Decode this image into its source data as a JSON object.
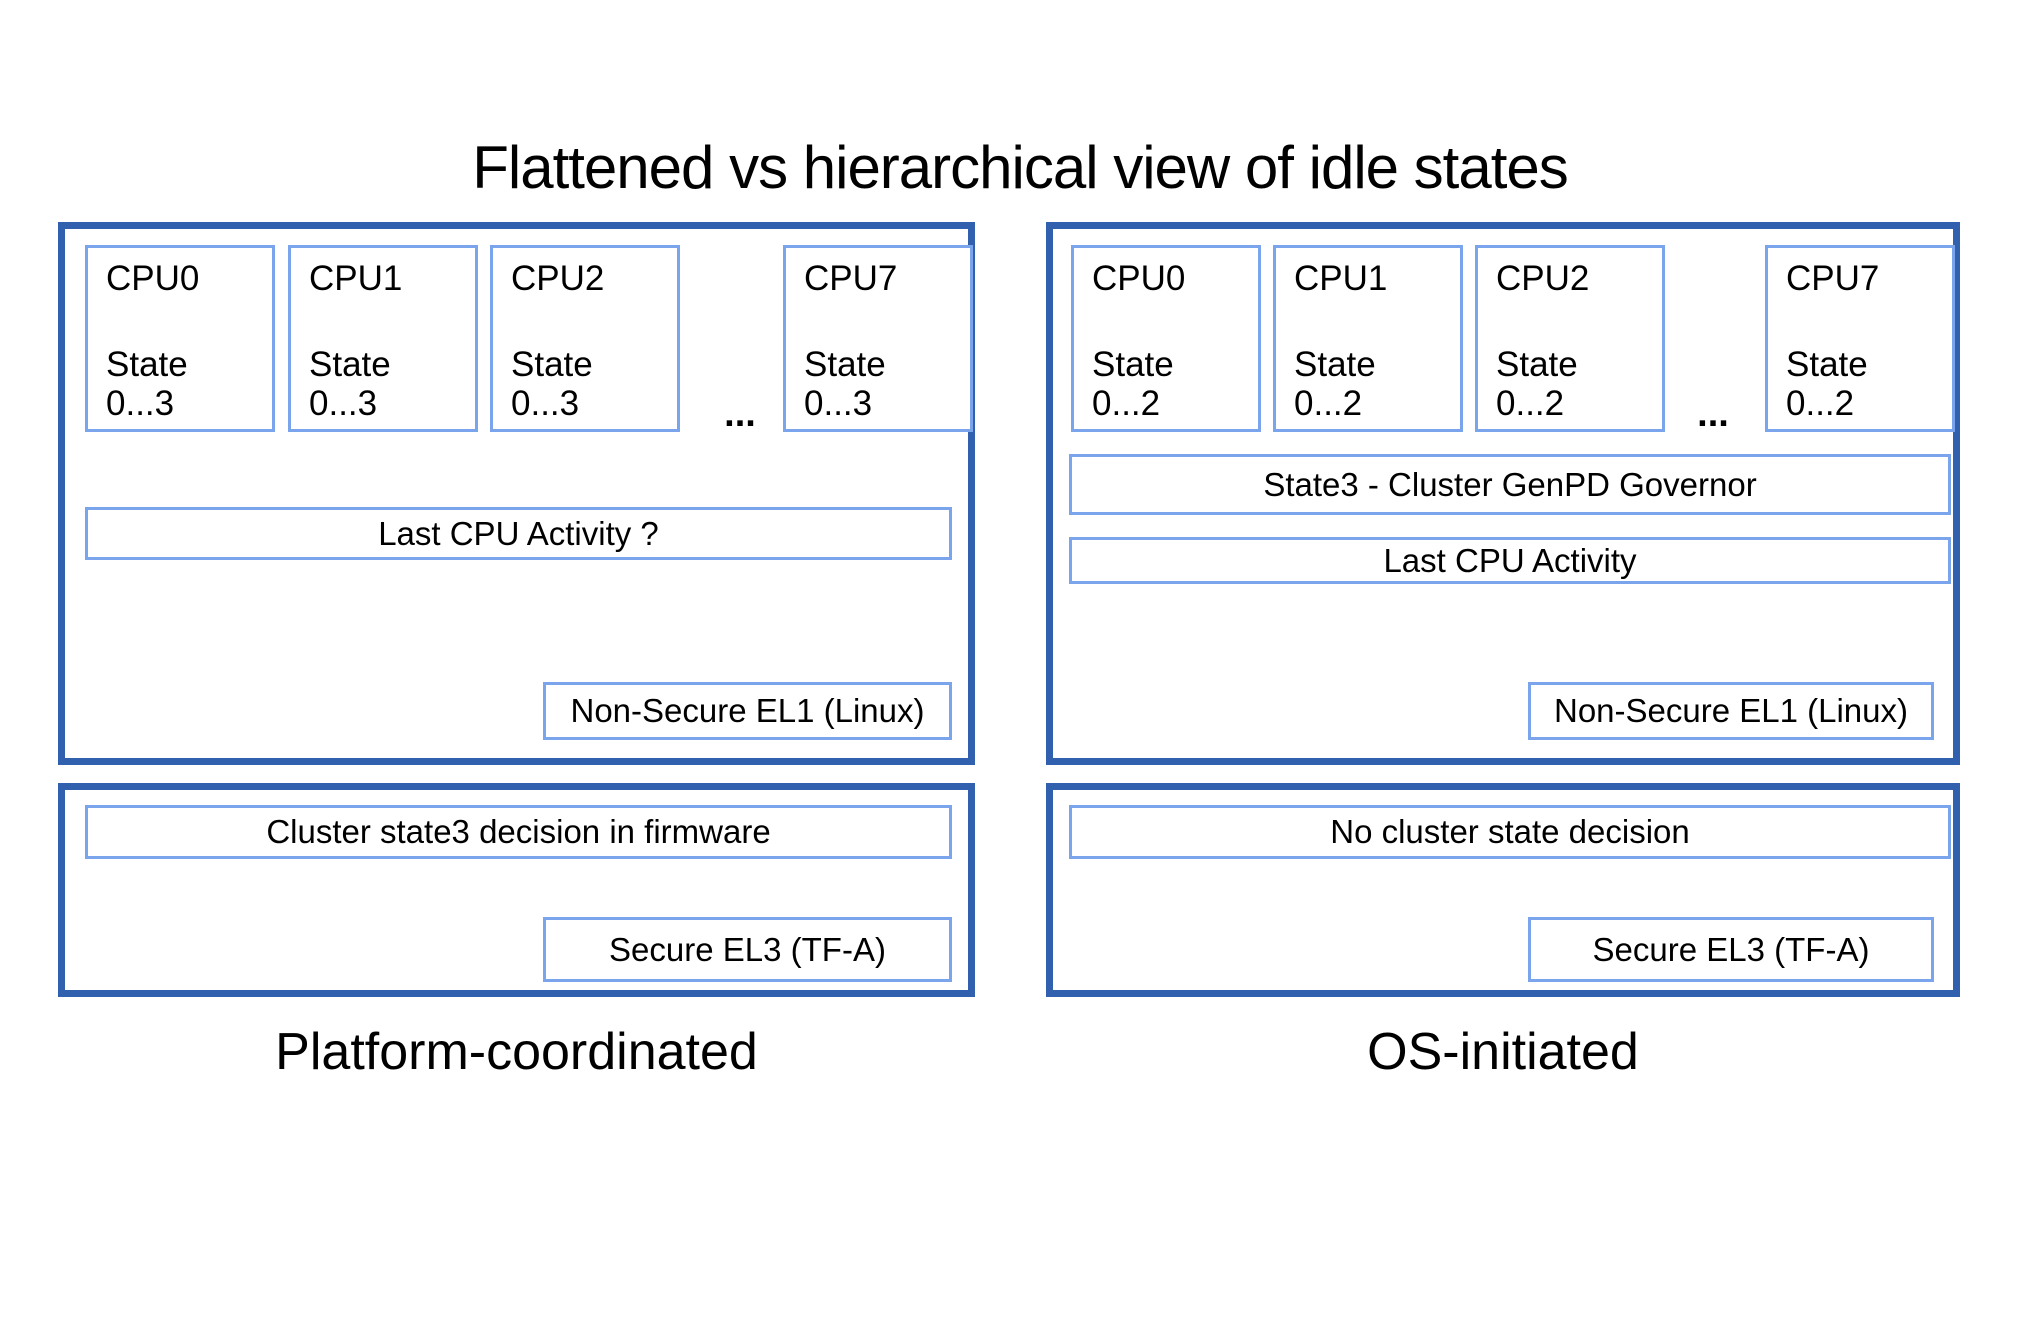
{
  "title": "Flattened vs hierarchical view of idle states",
  "colors": {
    "panel_border": "#3060ae",
    "box_border": "#7aa5ec",
    "text": "#000000",
    "background": "#ffffff"
  },
  "left": {
    "caption": "Platform-coordinated",
    "ellipsis": "...",
    "cpus": [
      {
        "name": "CPU0",
        "state_label": "State",
        "state_range": "0...3"
      },
      {
        "name": "CPU1",
        "state_label": "State",
        "state_range": "0...3"
      },
      {
        "name": "CPU2",
        "state_label": "State",
        "state_range": "0...3"
      },
      {
        "name": "CPU7",
        "state_label": "State",
        "state_range": "0...3"
      }
    ],
    "activity_box": "Last CPU Activity ?",
    "el1_box": "Non-Secure EL1 (Linux)",
    "decision_box": "Cluster state3 decision in firmware",
    "el3_box": "Secure EL3 (TF-A)"
  },
  "right": {
    "caption": "OS-initiated",
    "ellipsis": "...",
    "cpus": [
      {
        "name": "CPU0",
        "state_label": "State",
        "state_range": "0...2"
      },
      {
        "name": "CPU1",
        "state_label": "State",
        "state_range": "0...2"
      },
      {
        "name": "CPU2",
        "state_label": "State",
        "state_range": "0...2"
      },
      {
        "name": "CPU7",
        "state_label": "State",
        "state_range": "0...2"
      }
    ],
    "governor_box": "State3 - Cluster GenPD Governor",
    "activity_box": "Last CPU Activity",
    "el1_box": "Non-Secure EL1 (Linux)",
    "decision_box": "No cluster state decision",
    "el3_box": "Secure EL3 (TF-A)"
  }
}
